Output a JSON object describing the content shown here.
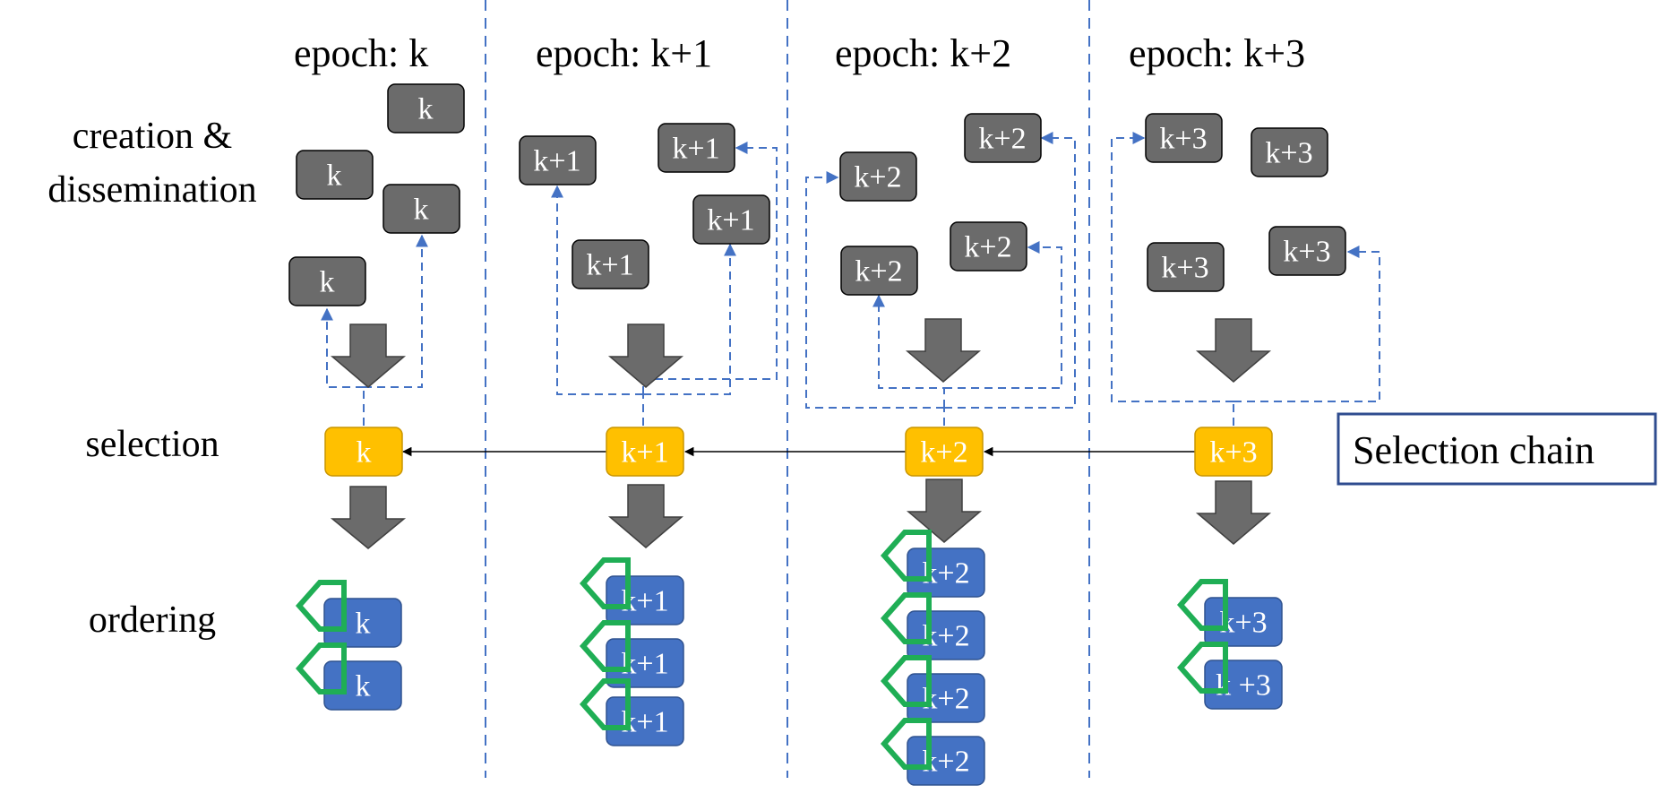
{
  "stages": {
    "creation_line1": "creation &",
    "creation_line2": "dissemination",
    "selection": "selection",
    "ordering": "ordering"
  },
  "epochs": [
    {
      "title": "epoch: k",
      "created": [
        "k",
        "k",
        "k",
        "k"
      ],
      "selected": "k",
      "ordered": [
        "k",
        "k"
      ]
    },
    {
      "title": "epoch: k+1",
      "created": [
        "k+1",
        "k+1",
        "k+1",
        "k+1"
      ],
      "selected": "k+1",
      "ordered": [
        "k+1",
        "k+1",
        "k+1"
      ]
    },
    {
      "title": "epoch: k+2",
      "created": [
        "k+2",
        "k+2",
        "k+2",
        "k+2"
      ],
      "selected": "k+2",
      "ordered": [
        "k+2",
        "k+2",
        "k+2",
        "k+2"
      ]
    },
    {
      "title": "epoch: k+3",
      "created": [
        "k+3",
        "k+3",
        "k+3",
        "k+3"
      ],
      "selected": "k+3",
      "ordered": [
        "k+3",
        "k +3"
      ]
    }
  ],
  "selection_chain_label": "Selection chain",
  "colors": {
    "created_block": "#6b6b6b",
    "selected_block": "#ffc000",
    "ordered_block": "#4472c4",
    "tag_outline": "#1fae55",
    "dashed_link": "#4472c4",
    "big_arrow": "#6b6b6b",
    "chain_box_border": "#2f4c8f"
  }
}
